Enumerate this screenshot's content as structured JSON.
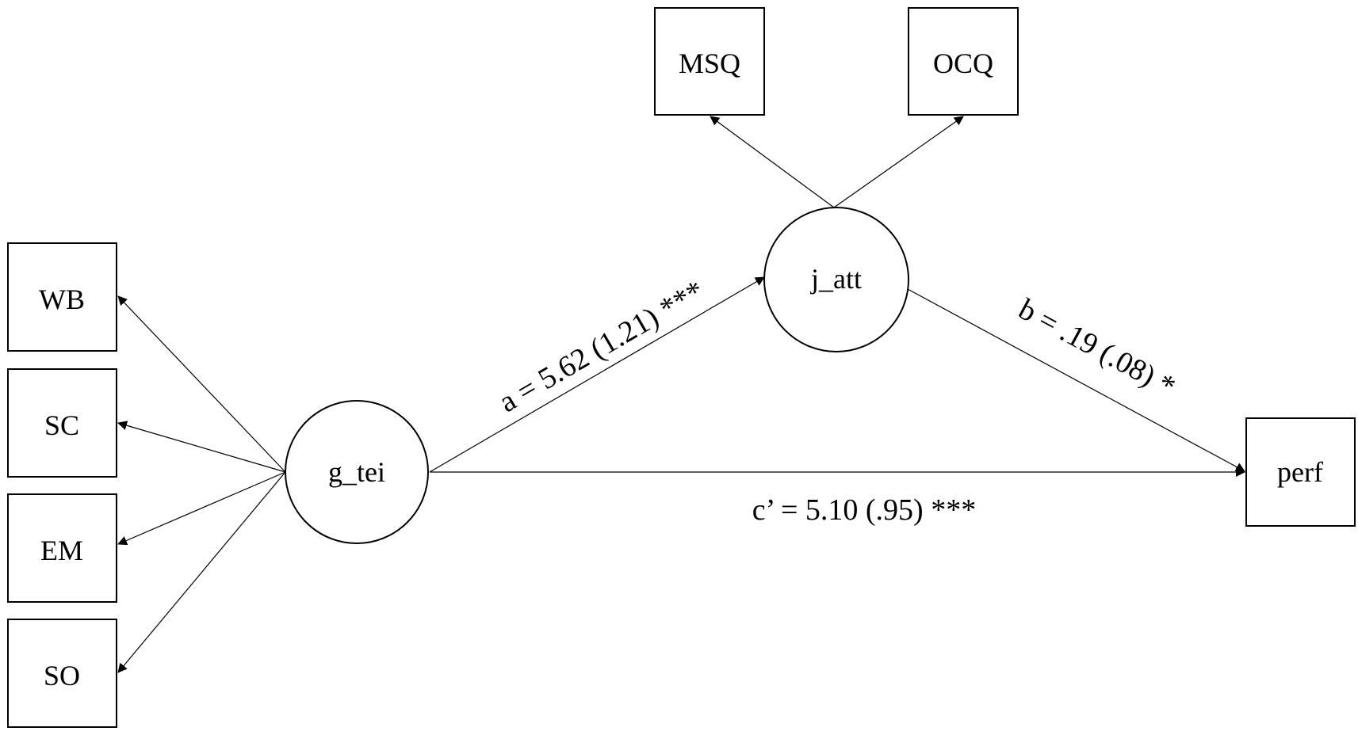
{
  "indicators_left": [
    {
      "id": "wb",
      "label": "WB"
    },
    {
      "id": "sc",
      "label": "SC"
    },
    {
      "id": "em",
      "label": "EM"
    },
    {
      "id": "so",
      "label": "SO"
    }
  ],
  "indicators_top": [
    {
      "id": "msq",
      "label": "MSQ"
    },
    {
      "id": "ocq",
      "label": "OCQ"
    }
  ],
  "latent": {
    "predictor": "g_tei",
    "mediator": "j_att"
  },
  "outcome": "perf",
  "paths": {
    "a": "a = 5.62 (1.21) ***",
    "b": "b = .19 (.08) *",
    "c_prime": "c’ = 5.10 (.95) ***"
  }
}
